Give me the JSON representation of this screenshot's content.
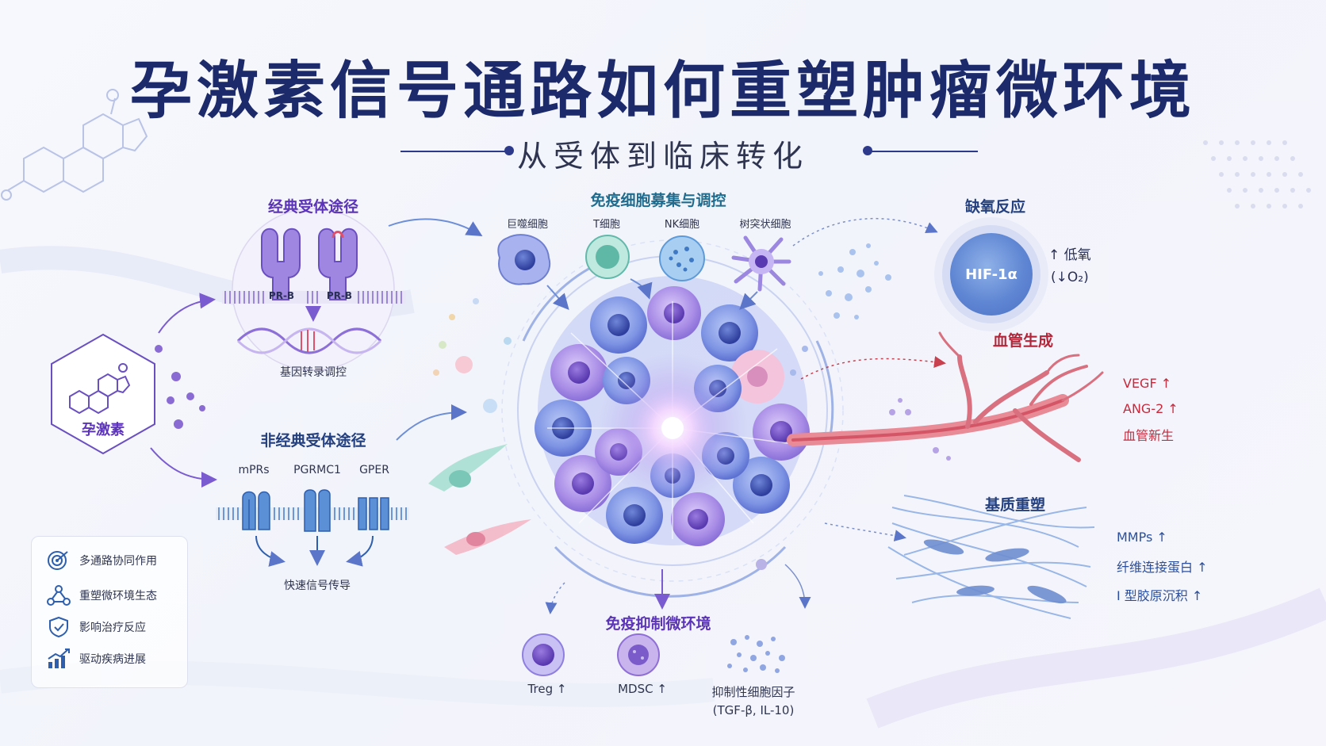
{
  "header": {
    "title": "孕激素信号通路如何重塑肿瘤微环境",
    "subtitle": "从受体到临床转化"
  },
  "center": {
    "source_label": "孕激素"
  },
  "classical": {
    "title": "经典受体途径",
    "receptor_a": "PR-B",
    "receptor_b": "PR-B",
    "caption": "基因转录调控"
  },
  "nonclassical": {
    "title": "非经典受体途径",
    "receptors": [
      "mPRs",
      "PGRMC1",
      "GPER"
    ],
    "caption": "快速信号传导"
  },
  "immune": {
    "title": "免疫细胞募集与调控",
    "cells": [
      "巨噬细胞",
      "T细胞",
      "NK细胞",
      "树突状细胞"
    ]
  },
  "immunosuppression": {
    "title": "免疫抑制微环境",
    "items": [
      "Treg ↑",
      "MDSC ↑"
    ],
    "cytokine_line1": "抑制性细胞因子",
    "cytokine_line2": "(TGF-β, IL-10)"
  },
  "hypoxia": {
    "title": "缺氧反应",
    "marker": "HIF-1α",
    "line1": "↑ 低氧",
    "line2": "(↓O₂)"
  },
  "angiogenesis": {
    "title": "血管生成",
    "items": [
      "VEGF ↑",
      "ANG-2 ↑",
      "血管新生"
    ]
  },
  "matrix": {
    "title": "基质重塑",
    "items": [
      "MMPs ↑",
      "纤维连接蛋白 ↑",
      "I 型胶原沉积 ↑"
    ]
  },
  "legend": {
    "items": [
      {
        "icon": "target-icon",
        "label": "多通路协同作用"
      },
      {
        "icon": "network-icon",
        "label": "重塑微环境生态"
      },
      {
        "icon": "shield-check-icon",
        "label": "影响治疗反应"
      },
      {
        "icon": "growth-chart-icon",
        "label": "驱动疾病进展"
      }
    ]
  },
  "colors": {
    "title": "#1c2a6b",
    "purple": "#5b34b8",
    "teal": "#1f6c8e",
    "red": "#c42a3c",
    "blue": "#2b4f9c"
  }
}
